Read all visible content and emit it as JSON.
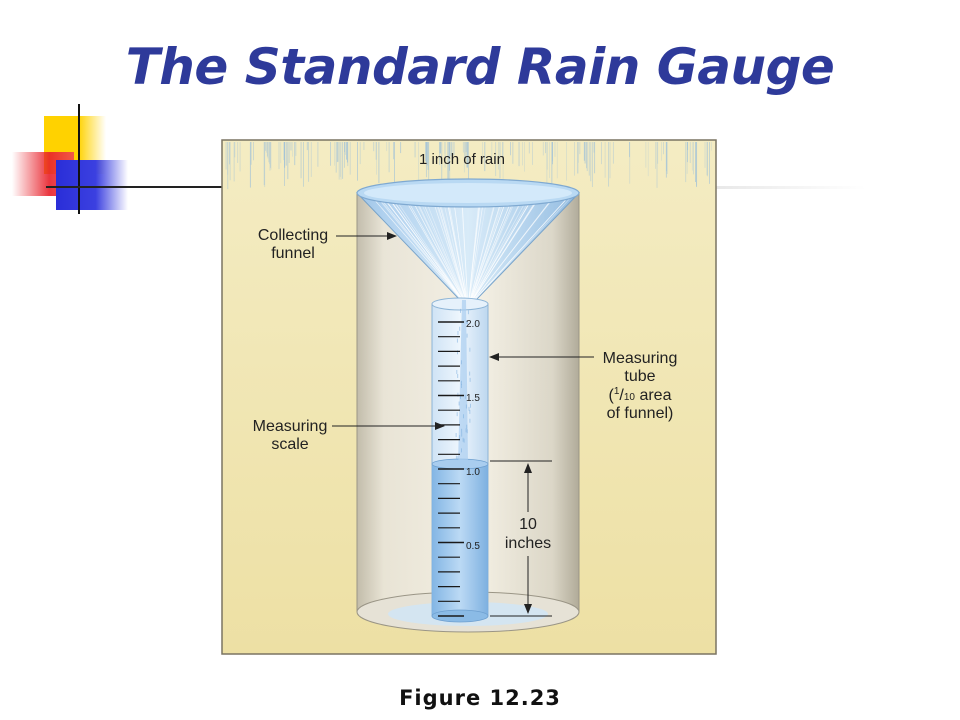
{
  "slide": {
    "title": "The Standard Rain Gauge",
    "caption": "Figure 12.23"
  },
  "diagram": {
    "rain_label": "1 inch of rain",
    "funnel_label": [
      "Collecting",
      "funnel"
    ],
    "scale_label": [
      "Measuring",
      "scale"
    ],
    "tube_label": {
      "line1": "Measuring",
      "line2": "tube",
      "line3_sup": "1",
      "line3_frac": "10",
      "line3_rest": " area",
      "line4": "of funnel)"
    },
    "depth_label": [
      "10",
      "inches"
    ],
    "scale_ticks": [
      "2.0",
      "1.5",
      "1.0",
      "0.5"
    ]
  },
  "colors": {
    "title": "#2e3a9a",
    "background_panel": "#f2e8b4",
    "water": "#9cc6ee",
    "deco_yellow": "#ffd200",
    "deco_red": "#e8202a",
    "deco_blue": "#2a2ed8"
  }
}
